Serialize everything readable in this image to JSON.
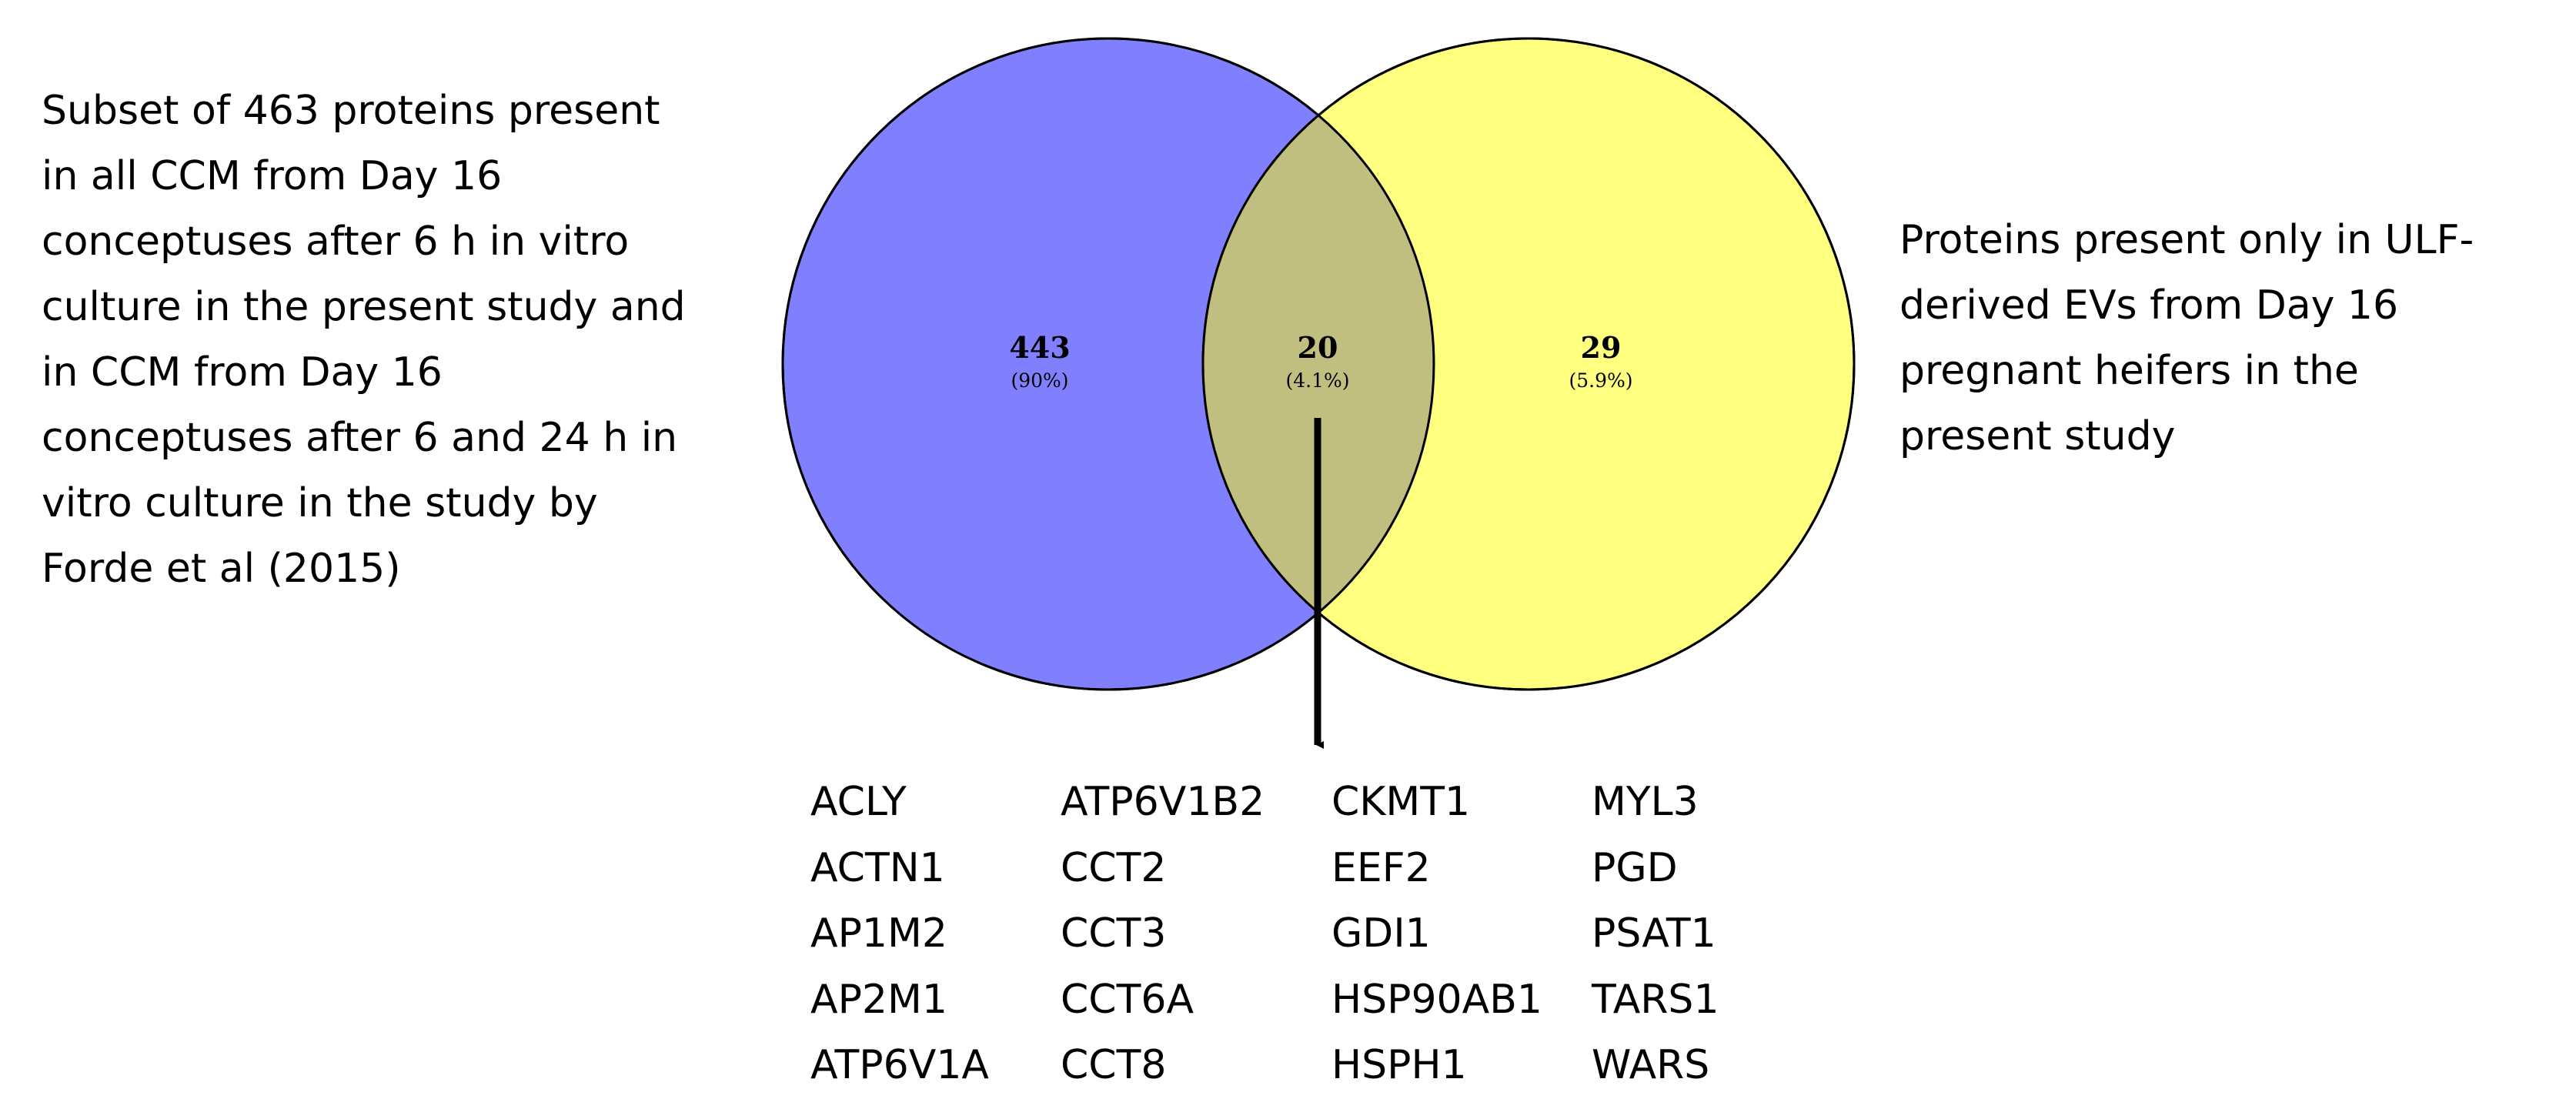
{
  "left_annotation": {
    "lines": [
      "Subset of 463 proteins present",
      "in all CCM from Day 16",
      "conceptuses after 6 h in vitro",
      "culture in the present study and",
      "in CCM from Day 16",
      "conceptuses after 6 and 24 h in",
      "vitro culture in the study by",
      "Forde et al (2015)"
    ]
  },
  "right_annotation": {
    "lines": [
      "Proteins present only in ULF-",
      "derived EVs from Day 16",
      "pregnant heifers in the",
      "present study"
    ]
  },
  "venn": {
    "colors": {
      "left_set": "#8080ff",
      "right_set": "#ffff80",
      "overlap": "#c0bf80",
      "outline": "#000000"
    },
    "regions": {
      "left_only": {
        "count": "443",
        "percent": "(90%)"
      },
      "overlap": {
        "count": "20",
        "percent": "(4.1%)"
      },
      "right_only": {
        "count": "29",
        "percent": "(5.9%)"
      }
    }
  },
  "gene_list": {
    "columns": [
      [
        "ACLY",
        "ACTN1",
        "AP1M2",
        "AP2M1",
        "ATP6V1A"
      ],
      [
        "ATP6V1B2",
        "CCT2",
        "CCT3",
        "CCT6A",
        "CCT8"
      ],
      [
        "CKMT1",
        "EEF2",
        "GDI1",
        "HSP90AB1",
        "HSPH1"
      ],
      [
        "MYL3",
        "PGD",
        "PSAT1",
        "TARS1",
        "WARS"
      ]
    ]
  }
}
